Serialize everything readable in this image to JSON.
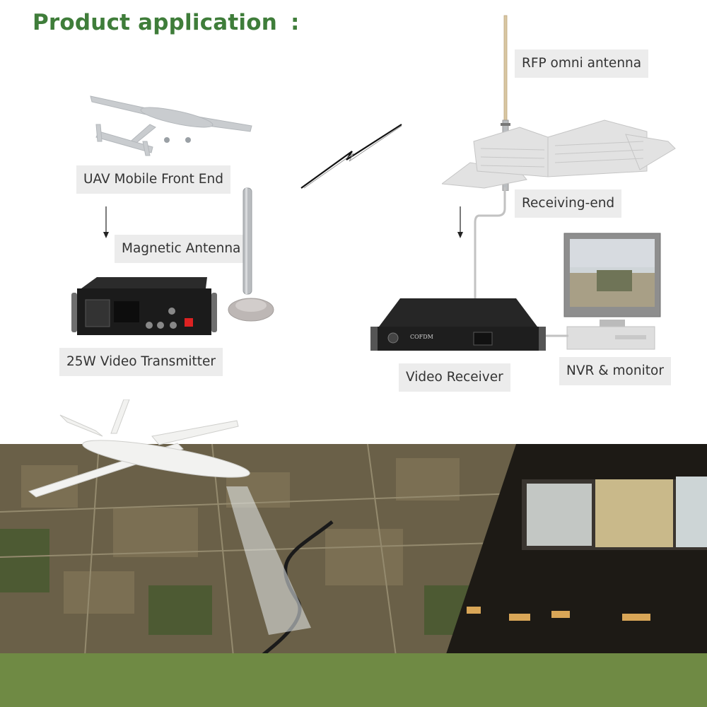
{
  "title": "Product application",
  "title_suffix": ":",
  "labels": {
    "uav_front_end": "UAV Mobile Front End",
    "magnetic_antenna": "Magnetic Antenna",
    "video_transmitter": "25W Video Transmitter",
    "rfp_antenna": "RFP omni antenna",
    "receiving_end": "Receiving-end",
    "video_receiver": "Video Receiver",
    "nvr_monitor": "NVR & monitor"
  },
  "device_marks": {
    "receiver_brand": "COFDM"
  },
  "colors": {
    "title_green": "#3f7d3a",
    "label_bg": "#ececec",
    "device_black": "#1b1b1b",
    "ground_green": "#6f8a44"
  }
}
